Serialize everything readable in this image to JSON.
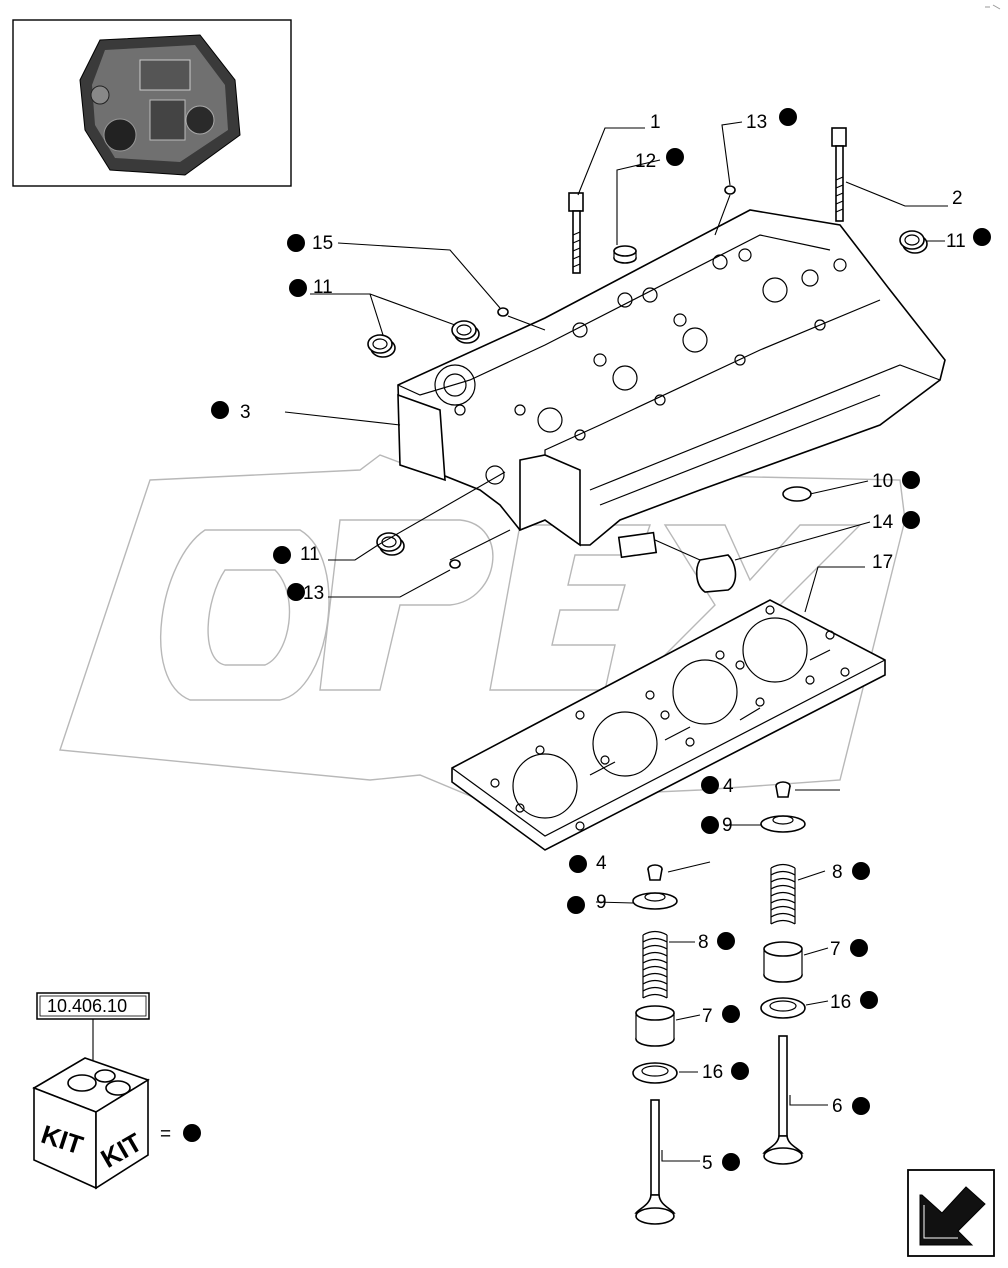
{
  "diagram": {
    "callouts": [
      {
        "id": "c1",
        "text": "1"
      },
      {
        "id": "c2",
        "text": "2"
      },
      {
        "id": "c3",
        "text": "3"
      },
      {
        "id": "c4a",
        "text": "4"
      },
      {
        "id": "c4b",
        "text": "4"
      },
      {
        "id": "c5",
        "text": "5"
      },
      {
        "id": "c6",
        "text": "6"
      },
      {
        "id": "c7a",
        "text": "7"
      },
      {
        "id": "c7b",
        "text": "7"
      },
      {
        "id": "c8a",
        "text": "8"
      },
      {
        "id": "c8b",
        "text": "8"
      },
      {
        "id": "c9a",
        "text": "9"
      },
      {
        "id": "c9b",
        "text": "9"
      },
      {
        "id": "c10",
        "text": "10"
      },
      {
        "id": "c11a",
        "text": "11"
      },
      {
        "id": "c11b",
        "text": "11"
      },
      {
        "id": "c11c",
        "text": "11"
      },
      {
        "id": "c12",
        "text": "12"
      },
      {
        "id": "c13a",
        "text": "13"
      },
      {
        "id": "c13b",
        "text": "13"
      },
      {
        "id": "c14",
        "text": "14"
      },
      {
        "id": "c15",
        "text": "15"
      },
      {
        "id": "c16a",
        "text": "16"
      },
      {
        "id": "c16b",
        "text": "16"
      },
      {
        "id": "c17",
        "text": "17"
      }
    ],
    "kit_reference": "10.406.10",
    "kit_box_text": [
      "KIT",
      "KIT"
    ],
    "kit_legend_equals": "=",
    "watermark": "OPEX",
    "icons": [
      "engine-thumbnail",
      "cylinder-head",
      "head-gasket",
      "valve-assembly",
      "kit-box-icon",
      "navigation-arrow-icon"
    ]
  }
}
